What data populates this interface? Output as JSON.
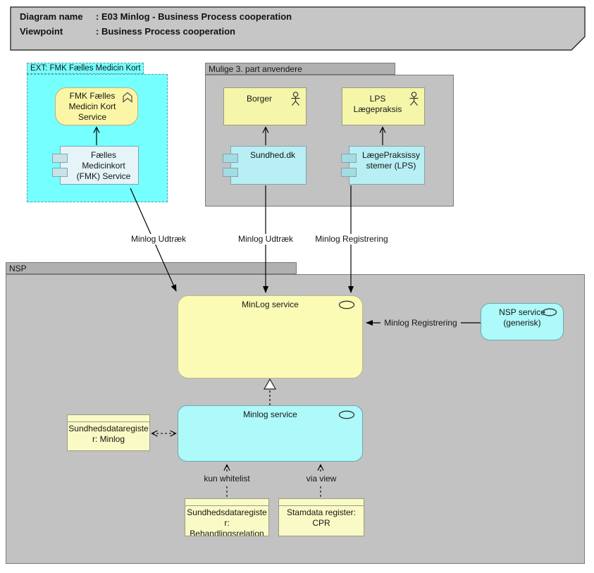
{
  "title_block": {
    "rows": [
      {
        "label": "Diagram name",
        "value": ": E03 Minlog - Business Process cooperation"
      },
      {
        "label": "Viewpoint",
        "value": ": Business Process cooperation"
      }
    ]
  },
  "groups": {
    "ext": {
      "label": "EXT: FMK Fælles Medicin Kort"
    },
    "mulige": {
      "label": "Mulige 3. part anvendere"
    },
    "nsp": {
      "label": "NSP"
    }
  },
  "nodes": {
    "fmk_service": {
      "label": "FMK Fælles Medicin Kort Service",
      "icon": "function-icon"
    },
    "fmk_component": {
      "label": "Fælles Medicinkort (FMK) Service",
      "icon": "component-icon"
    },
    "borger": {
      "label": "Borger",
      "icon": "actor-icon"
    },
    "lps_actor": {
      "label": "LPS Lægepraksis",
      "icon": "actor-icon"
    },
    "sundhed": {
      "label": "Sundhed.dk",
      "icon": "component-icon"
    },
    "lps_system": {
      "label": "LægePraksissystemer (LPS)",
      "icon": "component-icon"
    },
    "minlog_app": {
      "label": "MinLog service",
      "icon": "service-icon"
    },
    "nsp_service": {
      "label": "NSP service (generisk)",
      "icon": "service-icon"
    },
    "minlog_infra": {
      "label": "Minlog service",
      "icon": "service-icon"
    },
    "reg_minlog": {
      "label": "Sundhedsdataregister: Minlog"
    },
    "reg_behandling": {
      "label": "Sundhedsdataregister: Behandlingsrelation"
    },
    "reg_cpr": {
      "label": "Stamdata register: CPR"
    }
  },
  "edge_labels": {
    "udtraek_fmk": "Minlog Udtræk",
    "udtraek_sundhed": "Minlog Udtræk",
    "registrering_lps": "Minlog Registrering",
    "registrering_nsp": "Minlog Registrering",
    "kun_whitelist": "kun whitelist",
    "via_view": "via view"
  },
  "colors": {
    "group_cyan": "#76FFFF",
    "node_cyan": "#AEF9F9",
    "component_cyan": "#B7EFF4",
    "component_pale": "#E4F4F8",
    "actor_yellow": "#F6F6AB",
    "service_yellow": "#FBF6A6",
    "big_service_yellow": "#FBFBB5",
    "data_yellow": "#FAFAC6",
    "group_gray": "#C2C2C2",
    "tab_gray": "#B0B0B0",
    "title_gray": "#C6C6C6"
  }
}
